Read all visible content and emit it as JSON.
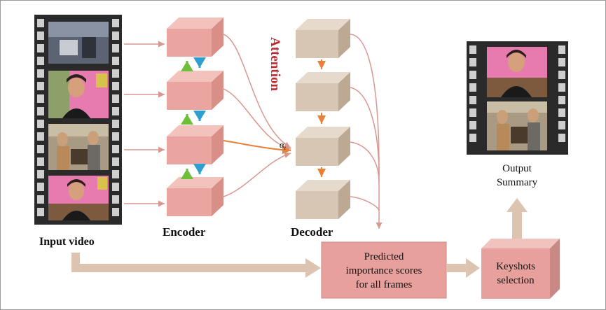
{
  "labels": {
    "input_video": "Input video",
    "encoder": "Encoder",
    "decoder": "Decoder",
    "attention": "Attention",
    "alpha": "αt",
    "output_line1": "Output",
    "output_line2": "Summary",
    "predicted_line1": "Predicted",
    "predicted_line2": "importance scores",
    "predicted_line3": "for all frames",
    "keyshots_line1": "Keyshots",
    "keyshots_line2": "selection"
  },
  "colors": {
    "encoder_block": "#eba5a0",
    "decoder_block": "#d7c6b3",
    "pink_arrow": "#d89890",
    "orange_arrow": "#e8803a",
    "green_arrow": "#6fbf3a",
    "blue_arrow": "#2f9fd0",
    "attention_text": "#c0282e",
    "tan_arrow": "#dcc4b0",
    "scores_box": "#e7a09c",
    "keyshots_box": "#e7a09c",
    "film_strip": "#2a2a2a"
  }
}
